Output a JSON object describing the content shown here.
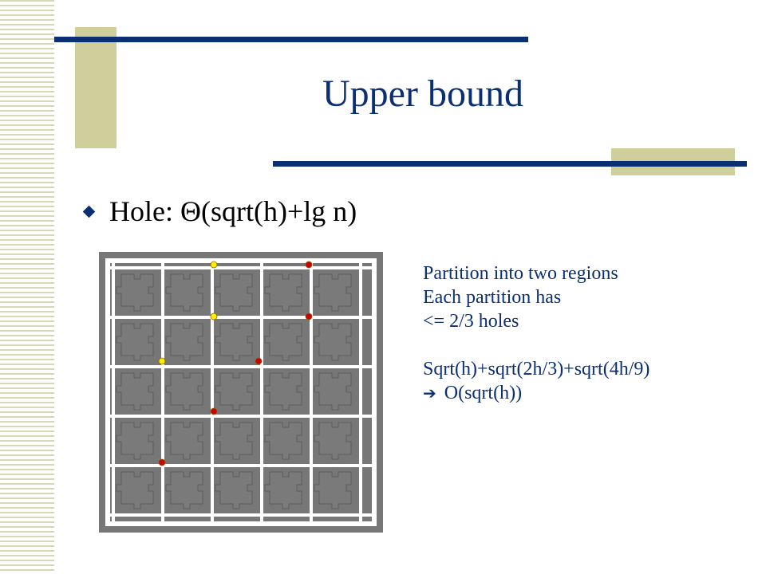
{
  "slide": {
    "title": "Upper bound",
    "bullet": "Hole: Θ(sqrt(h)+lg n)",
    "notes": {
      "line1": "Partition into two regions",
      "line2": "Each partition has",
      "line3": "<= 2/3 holes",
      "line4": "Sqrt(h)+sqrt(2h/3)+sqrt(4h/9)",
      "line5_arrow": "➔",
      "line5": "O(sqrt(h))"
    }
  },
  "colors": {
    "accent_navy": "#0b2f73",
    "accent_olive": "#cfcf9c",
    "puzzle_gray": "#777777",
    "dot_yellow": "#ffee00",
    "dot_red": "#cc0000"
  }
}
